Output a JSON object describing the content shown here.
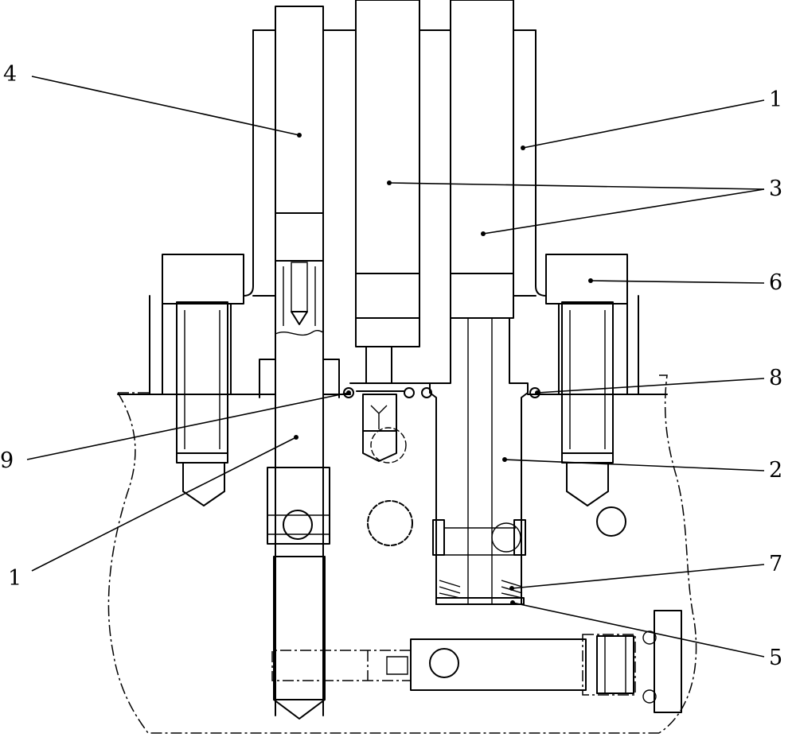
{
  "callouts": [
    {
      "id": "label-4-top-left",
      "text": "4"
    },
    {
      "id": "label-1-top-right",
      "text": "1"
    },
    {
      "id": "label-3-right",
      "text": "3"
    },
    {
      "id": "label-6-right",
      "text": "6"
    },
    {
      "id": "label-8-right",
      "text": "8"
    },
    {
      "id": "label-9-left",
      "text": "9"
    },
    {
      "id": "label-2-right",
      "text": "2"
    },
    {
      "id": "label-1-bottom-left",
      "text": "1"
    },
    {
      "id": "label-7-right",
      "text": "7"
    },
    {
      "id": "label-5-right",
      "text": "5"
    }
  ]
}
